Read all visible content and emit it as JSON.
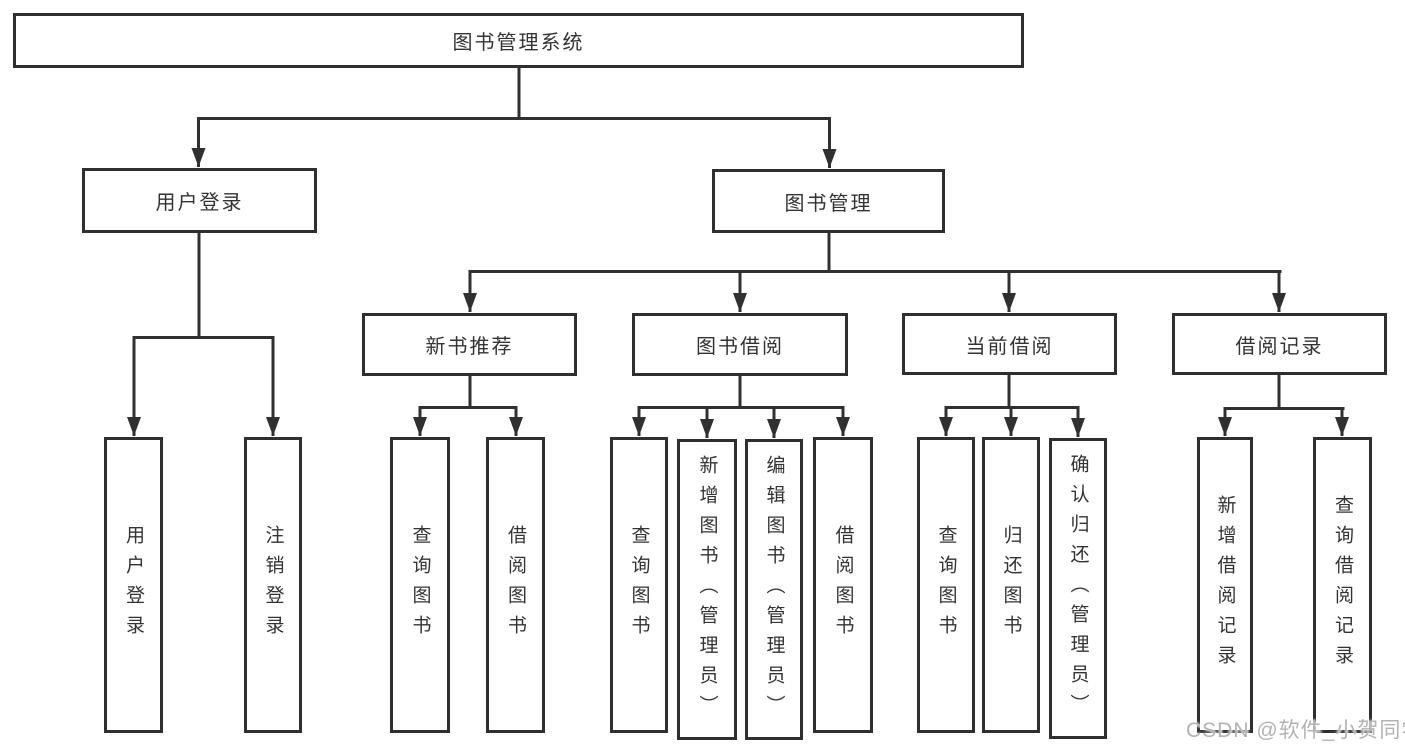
{
  "diagram": {
    "root": {
      "label": "图书管理系统"
    },
    "level2": [
      {
        "label": "用户登录"
      },
      {
        "label": "图书管理"
      }
    ],
    "level3": [
      {
        "label": "新书推荐"
      },
      {
        "label": "图书借阅"
      },
      {
        "label": "当前借阅"
      },
      {
        "label": "借阅记录"
      }
    ],
    "leaves": {
      "user_login": [
        "用户登录",
        "注销登录"
      ],
      "new_book_rec": [
        "查询图书",
        "借阅图书"
      ],
      "book_borrow": [
        "查询图书",
        "新增图书（管理员）",
        "编辑图书（管理员）",
        "借阅图书"
      ],
      "current_borrow": [
        "查询图书",
        "归还图书",
        "确认归还（管理员）"
      ],
      "borrow_record": [
        "新增借阅记录",
        "查询借阅记录"
      ]
    }
  },
  "watermark": {
    "text": "CSDN @软件_小贺同学"
  },
  "colors": {
    "background": "#ffffff",
    "line": "#303030",
    "box_border": "#2f2f2f",
    "text": "#333333",
    "watermark": "#b3b3b3"
  }
}
